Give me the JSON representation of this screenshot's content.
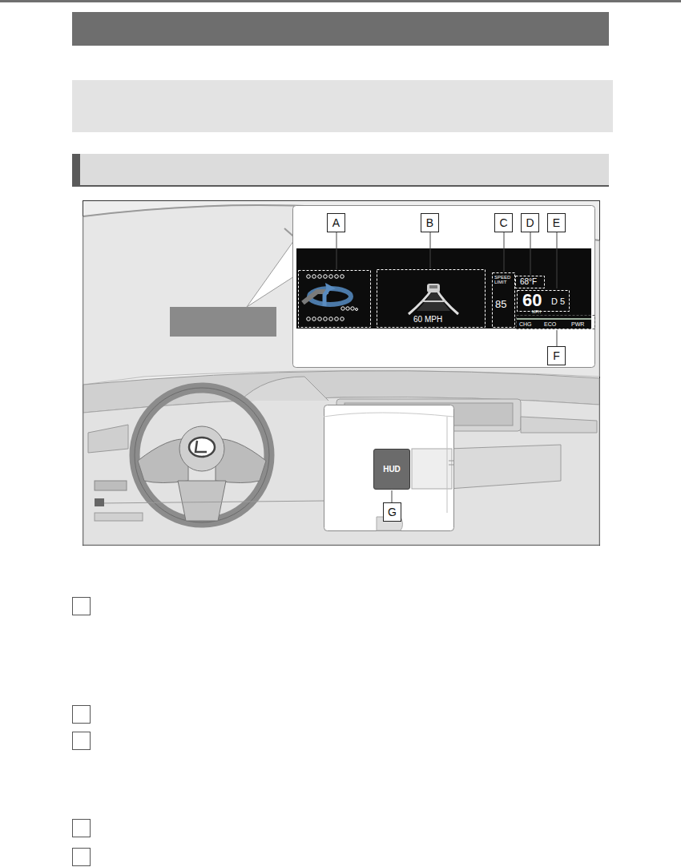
{
  "diagram": {
    "nodes": [
      {
        "text": [
          "A"
        ]
      },
      {
        "text": [
          "B"
        ]
      },
      {
        "text": [
          "C"
        ]
      },
      {
        "text": [
          "D"
        ]
      },
      {
        "text": [
          "E"
        ]
      },
      {
        "text": [
          "F"
        ]
      },
      {
        "text": [
          "HUD"
        ]
      },
      {
        "text": [
          "G"
        ]
      }
    ],
    "labels": [
      "68°F",
      "SPEED LIMIT",
      "85",
      "60",
      "MPH",
      "D 5",
      "60 MPH",
      "CHG",
      "ECO",
      "PWR"
    ]
  }
}
